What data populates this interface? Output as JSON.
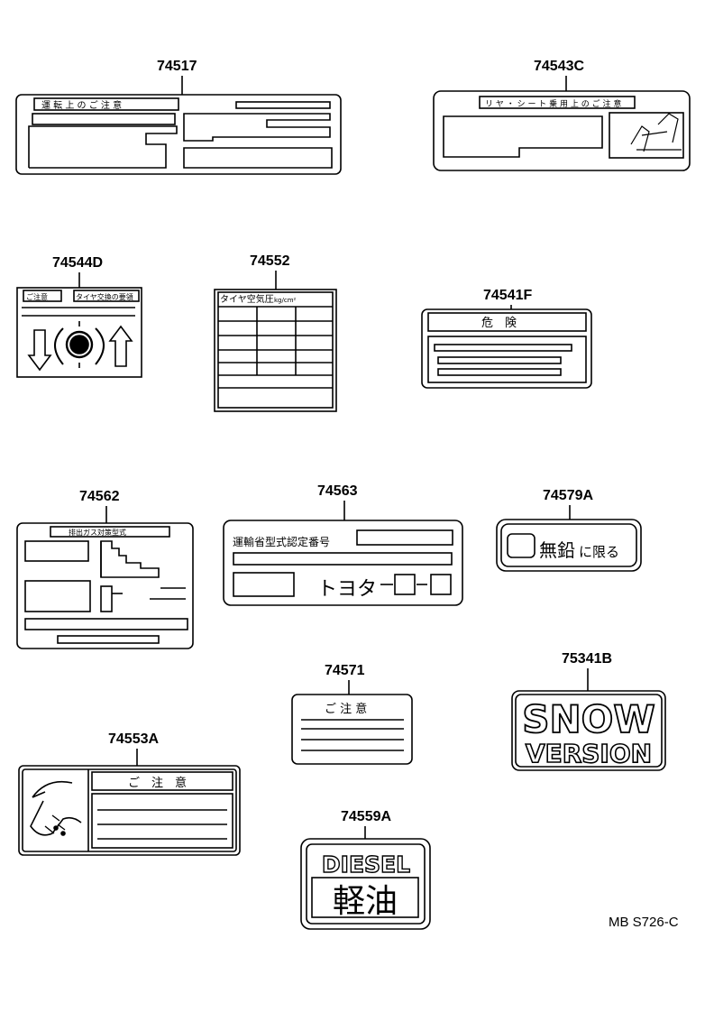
{
  "parts": {
    "p74517": {
      "number": "74517",
      "title": "運 転 上 の ご 注 意"
    },
    "p74543C": {
      "number": "74543C",
      "title": "リ ヤ ・ シ ー ト 乗 用 上 の ご 注 意"
    },
    "p74544D": {
      "number": "74544D",
      "tag1": "ご注意",
      "tag2": "タイヤ交換の要領"
    },
    "p74552": {
      "number": "74552",
      "title": "タイヤ空気圧",
      "unit": "kg/cm²"
    },
    "p74541F": {
      "number": "74541F",
      "title": "危　険"
    },
    "p74562": {
      "number": "74562",
      "title": "排出ガス対策型式"
    },
    "p74563": {
      "number": "74563",
      "title": "運輸省型式認定番号",
      "code_prefix": "トヨタ"
    },
    "p74579A": {
      "number": "74579A",
      "text1": "無鉛",
      "text2": "に限る"
    },
    "p74571": {
      "number": "74571",
      "title": "ご 注 意"
    },
    "p75341B": {
      "number": "75341B",
      "line1": "SNOW",
      "line2": "VERSION"
    },
    "p74553A": {
      "number": "74553A",
      "title": "ご　注　意"
    },
    "p74559A": {
      "number": "74559A",
      "line1": "DIESEL",
      "line2": "軽油"
    }
  },
  "reference": "MB S726-C"
}
